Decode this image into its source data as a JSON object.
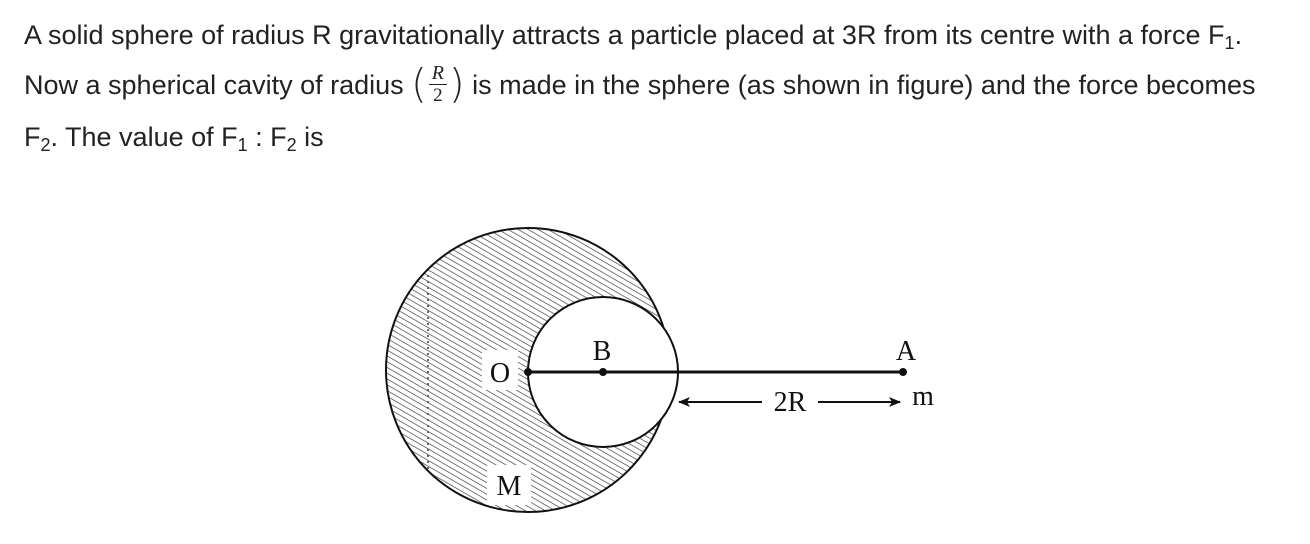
{
  "question": {
    "part1": "A solid sphere of radius R gravitationally attracts a particle placed at 3R from its centre with a force F",
    "sub_f1_a": "1",
    "part2": ". Now a spherical cavity of radius ",
    "paren_open": "(",
    "frac_num": "R",
    "frac_den": "2",
    "paren_close": ")",
    "part3": " is made in the sphere (as shown in figure) and the force becomes F",
    "sub_f2_a": "2",
    "part4": ". The value of F",
    "sub_f1_b": "1",
    "part5": " : F",
    "sub_f2_b": "2",
    "part6": " is"
  },
  "figure": {
    "label_o": "O",
    "label_b": "B",
    "label_a": "A",
    "label_m_mass": "m",
    "label_distance": "2R",
    "label_big_m": "M"
  },
  "colors": {
    "text": "#222222",
    "line": "#111111",
    "hatch": "#333333"
  }
}
